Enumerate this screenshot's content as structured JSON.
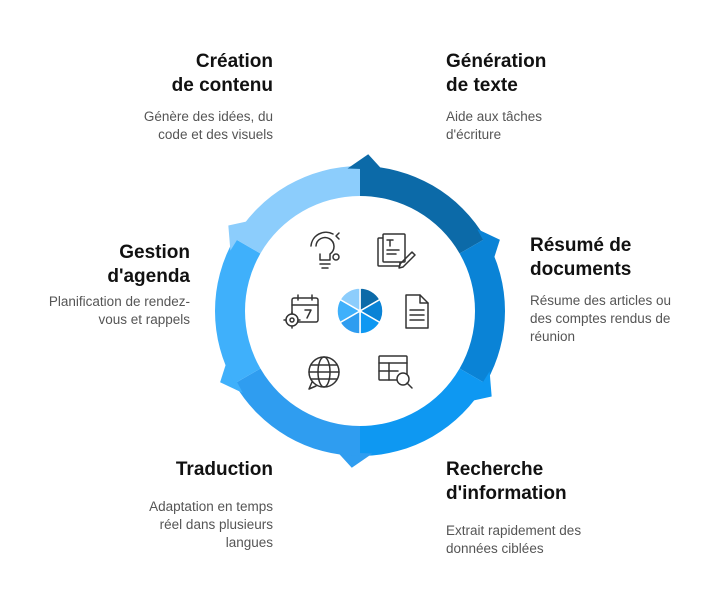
{
  "colors": {
    "dark_blue": "#0c6aa8",
    "mid_blue": "#0a83d6",
    "bright_blue": "#0e98f2",
    "sky_blue": "#2f9df0",
    "light_blue": "#3fb0fb",
    "pale_blue": "#8ccdfc",
    "title": "#111111",
    "desc": "#555555"
  },
  "segments": [
    {
      "id": "generation",
      "title": [
        "Génération",
        "de texte"
      ],
      "desc": [
        "Aide aux tâches",
        "d'écriture"
      ],
      "icon": "document-pen-icon",
      "color": "#0c6aa8"
    },
    {
      "id": "resume",
      "title": [
        "Résumé de",
        "documents"
      ],
      "desc": [
        "Résume des articles ou",
        "des comptes rendus de",
        "réunion"
      ],
      "icon": "document-icon",
      "color": "#0a83d6"
    },
    {
      "id": "recherche",
      "title": [
        "Recherche",
        "d'information"
      ],
      "desc": [
        "Extrait rapidement des",
        "données ciblées"
      ],
      "icon": "table-search-icon",
      "color": "#0e98f2"
    },
    {
      "id": "traduction",
      "title": [
        "Traduction"
      ],
      "desc": [
        "Adaptation en temps",
        "réel dans plusieurs",
        "langues"
      ],
      "icon": "globe-chat-icon",
      "color": "#2f9df0"
    },
    {
      "id": "agenda",
      "title": [
        "Gestion",
        "d'agenda"
      ],
      "desc": [
        "Planification de rendez-",
        "vous et rappels"
      ],
      "icon": "calendar-gear-icon",
      "color": "#3fb0fb"
    },
    {
      "id": "creation",
      "title": [
        "Création",
        "de contenu"
      ],
      "desc": [
        "Génère des idées, du",
        "code et des visuels"
      ],
      "icon": "lightbulb-idea-icon",
      "color": "#8ccdfc"
    }
  ]
}
